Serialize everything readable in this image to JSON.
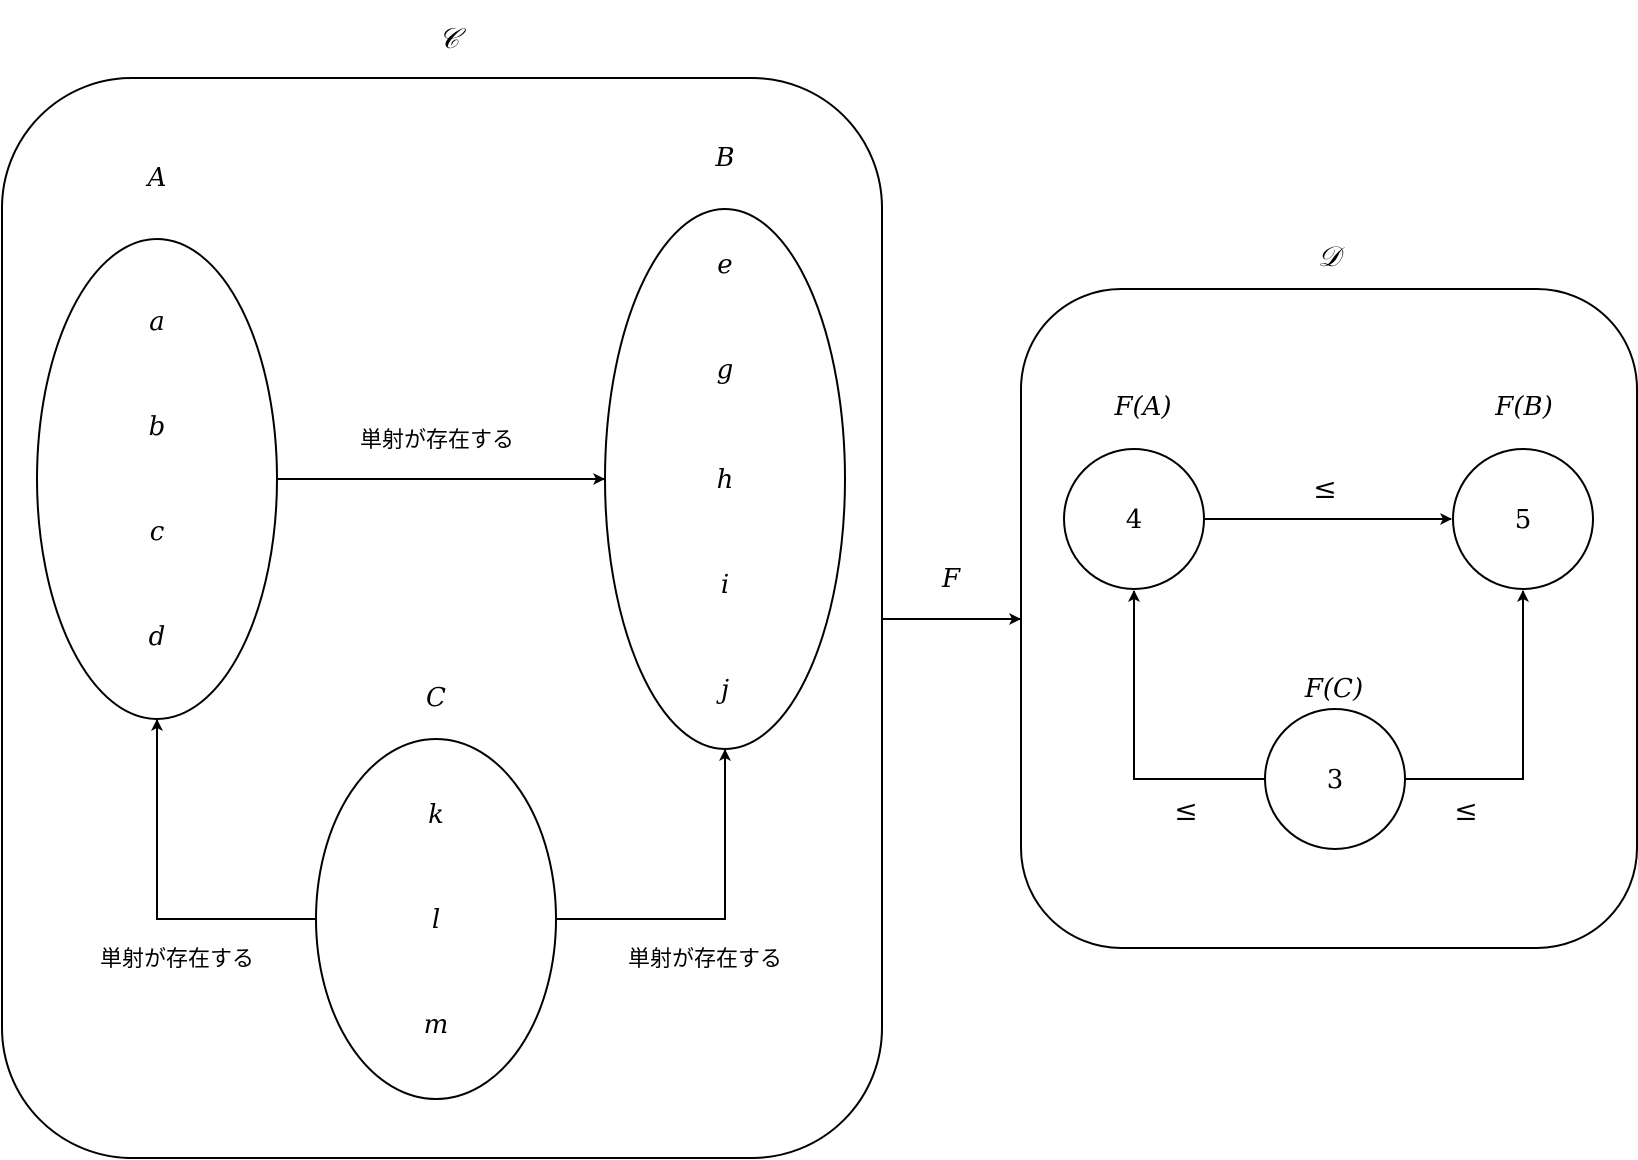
{
  "category_c": {
    "label": "𝒞",
    "obj_a": {
      "label": "A",
      "elements": [
        "a",
        "b",
        "c",
        "d"
      ]
    },
    "obj_b": {
      "label": "B",
      "elements": [
        "e",
        "g",
        "h",
        "i",
        "j"
      ]
    },
    "obj_c": {
      "label": "C",
      "elements": [
        "k",
        "l",
        "m"
      ]
    },
    "arrow_a_b": {
      "label": "単射が存在する"
    },
    "arrow_c_a": {
      "label": "単射が存在する"
    },
    "arrow_c_b": {
      "label": "単射が存在する"
    }
  },
  "functor": {
    "label": "F"
  },
  "category_d": {
    "label": "𝒟",
    "fa": {
      "label": "F(A)",
      "value": "4"
    },
    "fb": {
      "label": "F(B)",
      "value": "5"
    },
    "fc": {
      "label": "F(C)",
      "value": "3"
    },
    "arrow_fa_fb": {
      "label": "≤"
    },
    "arrow_fc_fa": {
      "label": "≤"
    },
    "arrow_fc_fb": {
      "label": "≤"
    }
  }
}
